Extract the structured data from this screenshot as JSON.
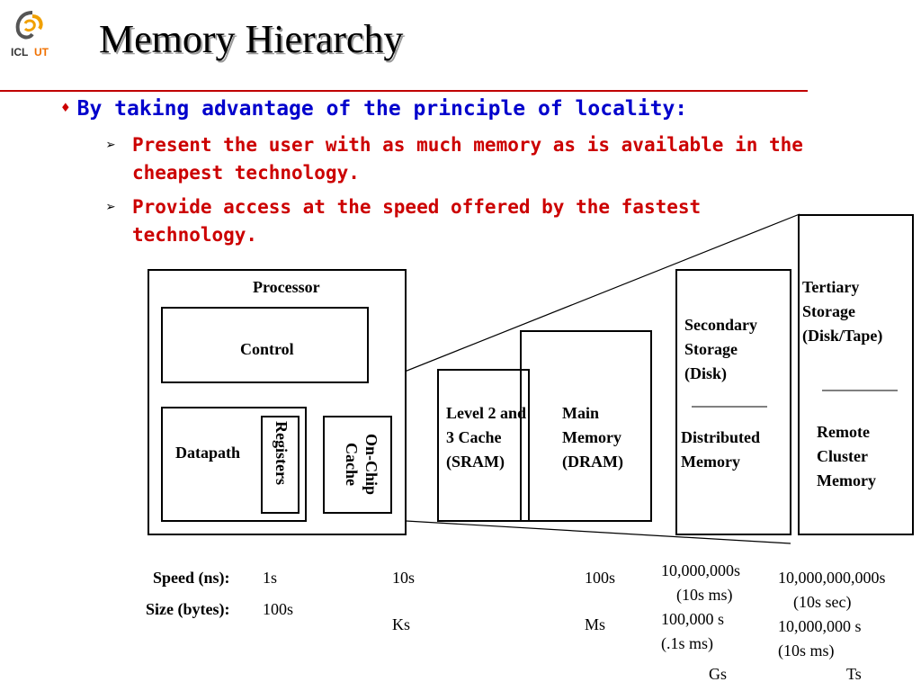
{
  "logo": {
    "text": "ICL",
    "accent_text": "UT",
    "icon": "icl-ut-logo"
  },
  "slide": {
    "title": "Memory Hierarchy",
    "bullet": "By taking advantage of the principle of locality:",
    "sub_bullets": [
      "Present the user with as much memory as is available in the cheapest technology.",
      "Provide access at the speed offered by the fastest technology."
    ]
  },
  "diagram": {
    "processor": "Processor",
    "control": "Control",
    "datapath": "Datapath",
    "registers": "Registers",
    "onchip_cache": "On-Chip Cache",
    "level23": "Level 2 and 3 Cache (SRAM)",
    "main_memory": "Main Memory (DRAM)",
    "secondary": "Secondary Storage (Disk)",
    "distributed": "Distributed Memory",
    "tertiary": "Tertiary Storage (Disk/Tape)",
    "remote": "Remote Cluster Memory"
  },
  "metrics": {
    "speed_label": "Speed (ns):",
    "size_label": "Size (bytes):",
    "speed": {
      "reg": "1s",
      "cache": "10s",
      "main": "100s",
      "sec_1": "10,000,000s",
      "sec_2": "(10s ms)",
      "ter_1": "10,000,000,000s",
      "ter_2": "(10s sec)"
    },
    "size": {
      "reg": "100s",
      "cache": "Ks",
      "main": "Ms",
      "sec_1": "100,000 s",
      "sec_2": "(.1s ms)",
      "ter_1": "10,000,000 s",
      "ter_2": "(10s ms)",
      "sec_unit": "Gs",
      "ter_unit": "Ts"
    }
  },
  "colors": {
    "title_shadow": "#9a9a9a",
    "rule": "#c00000",
    "bullet": "#0000cc",
    "sub_bullet": "#cc0000"
  }
}
